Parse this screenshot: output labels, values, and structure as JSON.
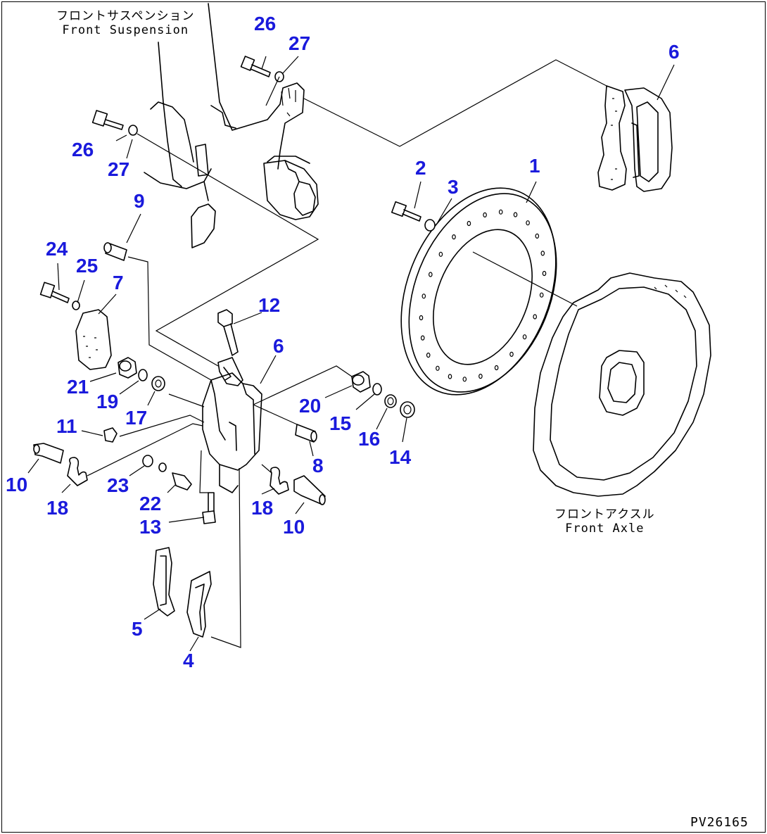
{
  "captions": {
    "front_suspension_jp": "フロントサスペンション",
    "front_suspension_en": "Front Suspension",
    "front_axle_jp": "フロントアクスル",
    "front_axle_en": "Front Axle"
  },
  "drawing_number": "PV26165",
  "label_color": "#1a1adc",
  "part_labels": {
    "p1": "1",
    "p2": "2",
    "p3": "3",
    "p4": "4",
    "p5": "5",
    "p6a": "6",
    "p6b": "6",
    "p7": "7",
    "p8": "8",
    "p9": "9",
    "p10a": "10",
    "p10b": "10",
    "p11": "11",
    "p12": "12",
    "p13": "13",
    "p14": "14",
    "p15": "15",
    "p16": "16",
    "p17": "17",
    "p18a": "18",
    "p18b": "18",
    "p19": "19",
    "p20": "20",
    "p21": "21",
    "p22": "22",
    "p23": "23",
    "p24": "24",
    "p25": "25",
    "p26a": "26",
    "p26b": "26",
    "p27a": "27",
    "p27b": "27"
  }
}
